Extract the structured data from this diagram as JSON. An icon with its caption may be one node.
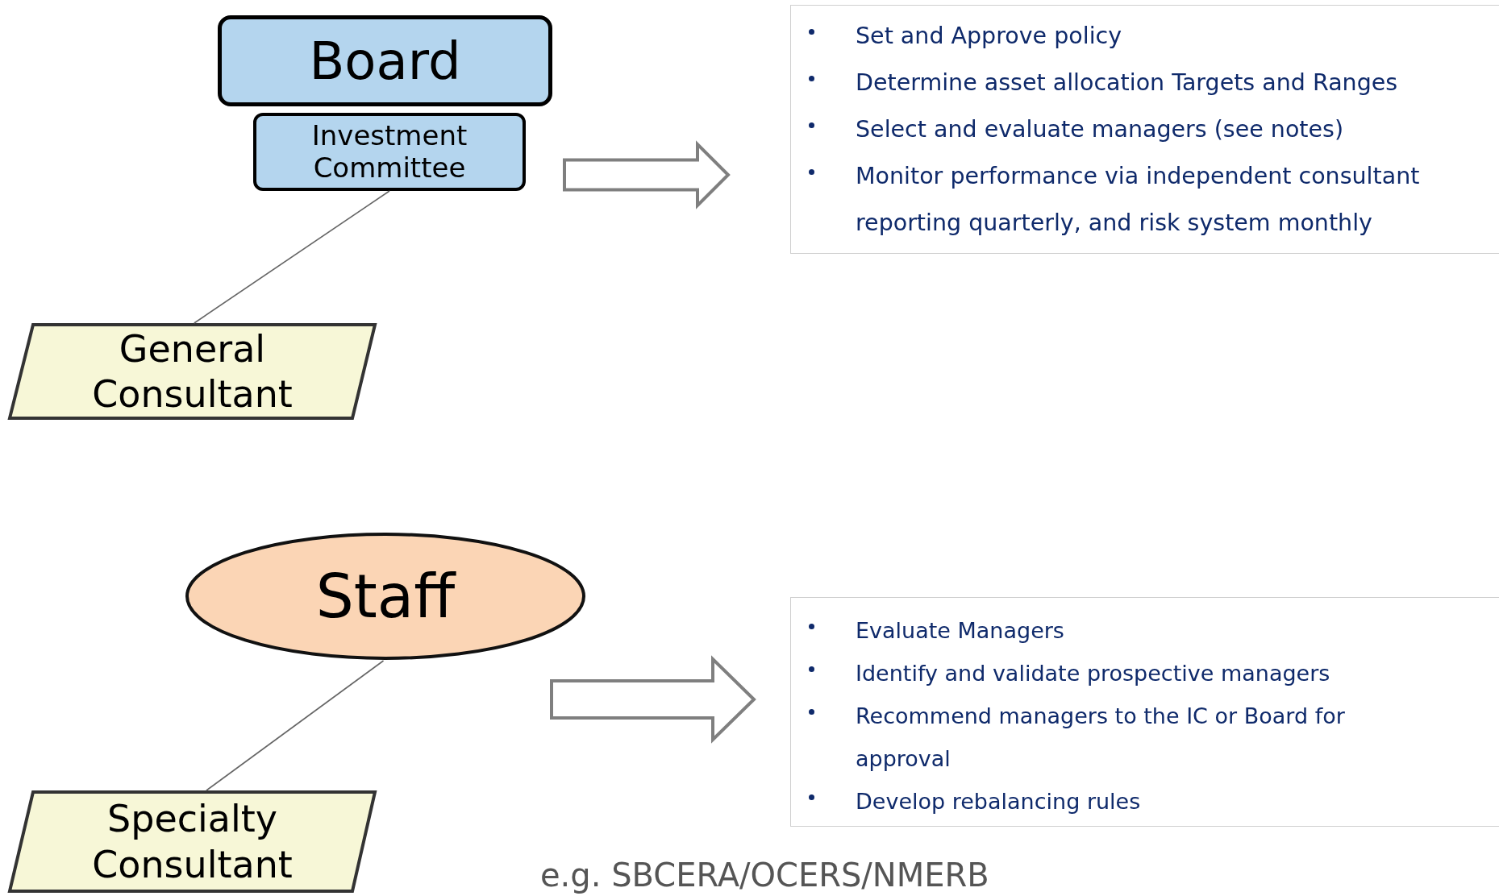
{
  "diagram": {
    "nodes": [
      {
        "text": [
          "Board"
        ]
      },
      {
        "text": [
          "Investment Committee"
        ]
      },
      {
        "text": [
          "Set and Approve policy",
          "Determine asset allocation Targets and Ranges",
          "Select and evaluate managers (see notes)",
          "Monitor performance via independent consultant reporting quarterly, and risk system monthly"
        ]
      },
      {
        "text": [
          "General Consultant"
        ]
      },
      {
        "text": [
          "Staff"
        ]
      },
      {
        "text": [
          "Evaluate Managers",
          "Identify and validate prospective managers",
          "Recommend managers to the IC or Board for approval",
          "Develop rebalancing rules"
        ]
      },
      {
        "text": [
          "Specialty Consultant"
        ]
      }
    ],
    "edges": [
      {
        "from": 1,
        "to": 3,
        "arrow": "none"
      },
      {
        "from": 1,
        "to": 2,
        "arrow": "to",
        "style": "thick"
      },
      {
        "from": 4,
        "to": 6,
        "arrow": "none"
      },
      {
        "from": 4,
        "to": 5,
        "arrow": "to",
        "style": "thick"
      }
    ],
    "labels": [
      "e.g. SBCERA/OCERS/NMERB"
    ]
  }
}
